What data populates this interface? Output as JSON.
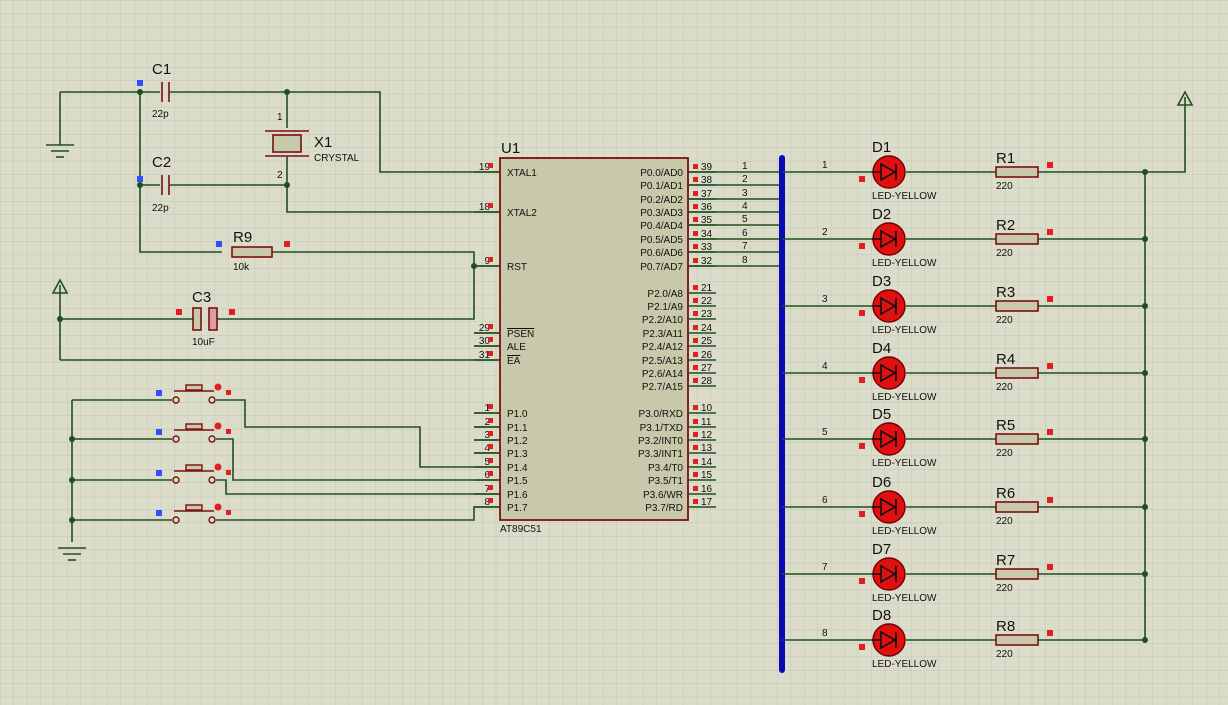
{
  "mcu": {
    "ref": "U1",
    "part": "AT89C51",
    "left_pins": [
      {
        "num": "19",
        "name": "XTAL1"
      },
      {
        "num": "18",
        "name": "XTAL2"
      },
      {
        "num": "9",
        "name": "RST"
      },
      {
        "num": "29",
        "name": "PSEN",
        "overline": true
      },
      {
        "num": "30",
        "name": "ALE"
      },
      {
        "num": "31",
        "name": "EA",
        "overline": true
      },
      {
        "num": "1",
        "name": "P1.0"
      },
      {
        "num": "2",
        "name": "P1.1"
      },
      {
        "num": "3",
        "name": "P1.2"
      },
      {
        "num": "4",
        "name": "P1.3"
      },
      {
        "num": "5",
        "name": "P1.4"
      },
      {
        "num": "6",
        "name": "P1.5"
      },
      {
        "num": "7",
        "name": "P1.6"
      },
      {
        "num": "8",
        "name": "P1.7"
      }
    ],
    "right_pins": [
      {
        "num": "39",
        "name": "P0.0/AD0"
      },
      {
        "num": "38",
        "name": "P0.1/AD1"
      },
      {
        "num": "37",
        "name": "P0.2/AD2"
      },
      {
        "num": "36",
        "name": "P0.3/AD3"
      },
      {
        "num": "35",
        "name": "P0.4/AD4"
      },
      {
        "num": "34",
        "name": "P0.5/AD5"
      },
      {
        "num": "33",
        "name": "P0.6/AD6"
      },
      {
        "num": "32",
        "name": "P0.7/AD7"
      },
      {
        "num": "21",
        "name": "P2.0/A8"
      },
      {
        "num": "22",
        "name": "P2.1/A9"
      },
      {
        "num": "23",
        "name": "P2.2/A10"
      },
      {
        "num": "24",
        "name": "P2.3/A11"
      },
      {
        "num": "25",
        "name": "P2.4/A12"
      },
      {
        "num": "26",
        "name": "P2.5/A13"
      },
      {
        "num": "27",
        "name": "P2.6/A14"
      },
      {
        "num": "28",
        "name": "P2.7/A15"
      },
      {
        "num": "10",
        "name": "P3.0/RXD"
      },
      {
        "num": "11",
        "name": "P3.1/TXD"
      },
      {
        "num": "12",
        "name": "P3.2/INT0"
      },
      {
        "num": "13",
        "name": "P3.3/INT1"
      },
      {
        "num": "14",
        "name": "P3.4/T0"
      },
      {
        "num": "15",
        "name": "P3.5/T1"
      },
      {
        "num": "16",
        "name": "P3.6/WR"
      },
      {
        "num": "17",
        "name": "P3.7/RD"
      }
    ]
  },
  "components": {
    "c1": {
      "ref": "C1",
      "value": "22p"
    },
    "c2": {
      "ref": "C2",
      "value": "22p"
    },
    "c3": {
      "ref": "C3",
      "value": "10uF"
    },
    "x1": {
      "ref": "X1",
      "value": "CRYSTAL",
      "pin1": "1",
      "pin2": "2"
    },
    "r9": {
      "ref": "R9",
      "value": "10k"
    }
  },
  "bus_left_labels": [
    "1",
    "2",
    "3",
    "4",
    "5",
    "6",
    "7",
    "8"
  ],
  "leds": [
    {
      "ref": "D1",
      "value": "LED-YELLOW",
      "net": "1"
    },
    {
      "ref": "D2",
      "value": "LED-YELLOW",
      "net": "2"
    },
    {
      "ref": "D3",
      "value": "LED-YELLOW",
      "net": "3"
    },
    {
      "ref": "D4",
      "value": "LED-YELLOW",
      "net": "4"
    },
    {
      "ref": "D5",
      "value": "LED-YELLOW",
      "net": "5"
    },
    {
      "ref": "D6",
      "value": "LED-YELLOW",
      "net": "6"
    },
    {
      "ref": "D7",
      "value": "LED-YELLOW",
      "net": "7"
    },
    {
      "ref": "D8",
      "value": "LED-YELLOW",
      "net": "8"
    }
  ],
  "resistors": [
    {
      "ref": "R1",
      "value": "220"
    },
    {
      "ref": "R2",
      "value": "220"
    },
    {
      "ref": "R3",
      "value": "220"
    },
    {
      "ref": "R4",
      "value": "220"
    },
    {
      "ref": "R5",
      "value": "220"
    },
    {
      "ref": "R6",
      "value": "220"
    },
    {
      "ref": "R7",
      "value": "220"
    },
    {
      "ref": "R8",
      "value": "220"
    }
  ],
  "buttons_count": 4,
  "colors": {
    "background": "#dcdccb",
    "grid": "#c4c4b2",
    "wire": "#1f4f1f",
    "component_outline": "#7a1010",
    "chip_body": "#c8c8aa",
    "bus": "#0a0ab4",
    "pin_marker": "#e02020",
    "unconnected_marker": "#3050ff"
  }
}
